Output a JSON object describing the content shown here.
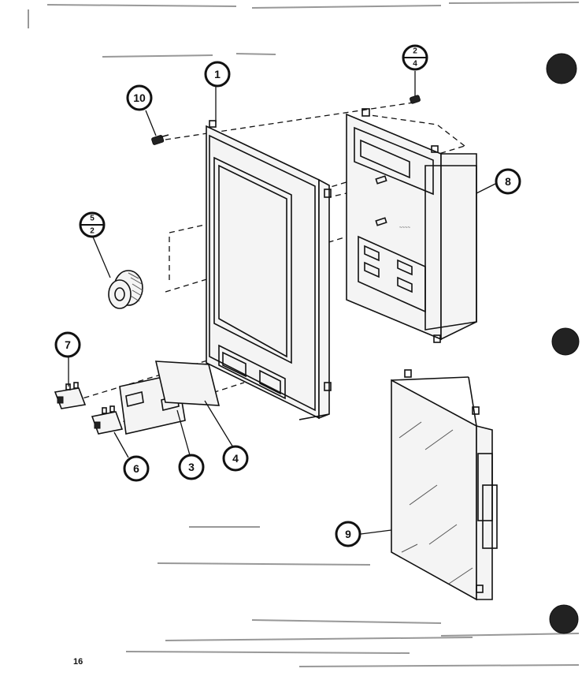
{
  "page": {
    "number": "16"
  },
  "callouts": [
    {
      "id": "callout-1",
      "label": "1"
    },
    {
      "id": "callout-10",
      "label": "10"
    },
    {
      "id": "callout-8",
      "label": "8"
    },
    {
      "id": "callout-7",
      "label": "7"
    },
    {
      "id": "callout-6",
      "label": "6"
    },
    {
      "id": "callout-3",
      "label": "3"
    },
    {
      "id": "callout-4",
      "label": "4"
    },
    {
      "id": "callout-9",
      "label": "9"
    }
  ],
  "fraction_callouts": [
    {
      "id": "callout-2-4",
      "top": "2",
      "bottom": "4"
    },
    {
      "id": "callout-5-2",
      "top": "5",
      "bottom": "2"
    }
  ]
}
